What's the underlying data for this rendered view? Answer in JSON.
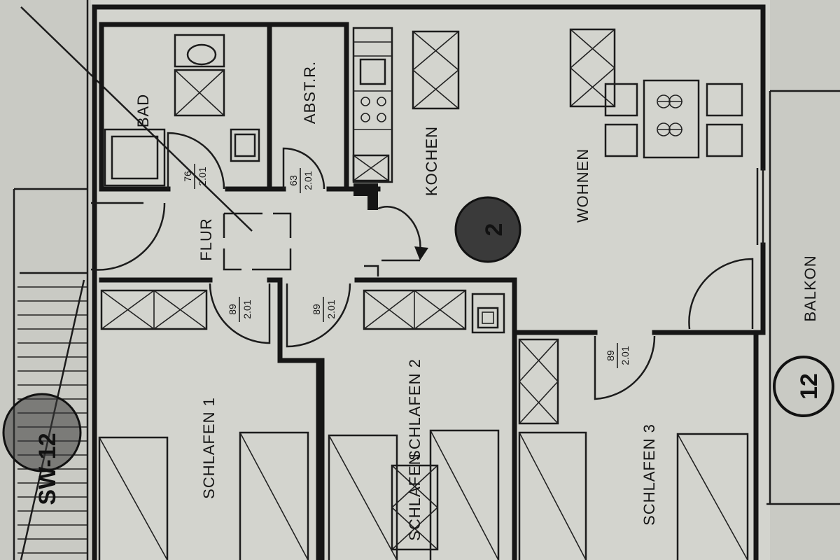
{
  "rooms": {
    "bad": "BAD",
    "abstellraum": "ABST.R.",
    "kochen": "KOCHEN",
    "wohnen": "WOHNEN",
    "flur": "FLUR",
    "schlafen1": "SCHLAFEN 1",
    "schlafen2": "SCHLAFEN 2",
    "schlafen2_overlap": "SCHLAFEN",
    "schlafen3": "SCHLAFEN 3",
    "balkon": "BALKON"
  },
  "doors": [
    {
      "id": "bad",
      "width": "76",
      "height": "2.01"
    },
    {
      "id": "abstellraum",
      "width": "63",
      "height": "2.01"
    },
    {
      "id": "schlafen1",
      "width": "89",
      "height": "2.01"
    },
    {
      "id": "schlafen2",
      "width": "89",
      "height": "2.01"
    },
    {
      "id": "schlafen3",
      "width": "89",
      "height": "2.01"
    }
  ],
  "unit_markers": {
    "center": "2",
    "balkon": "12"
  },
  "stair_mark": "SW-12",
  "colors": {
    "paper": "#c9cac4",
    "ink": "#161616",
    "marker_fill": "#3a3a3a"
  }
}
